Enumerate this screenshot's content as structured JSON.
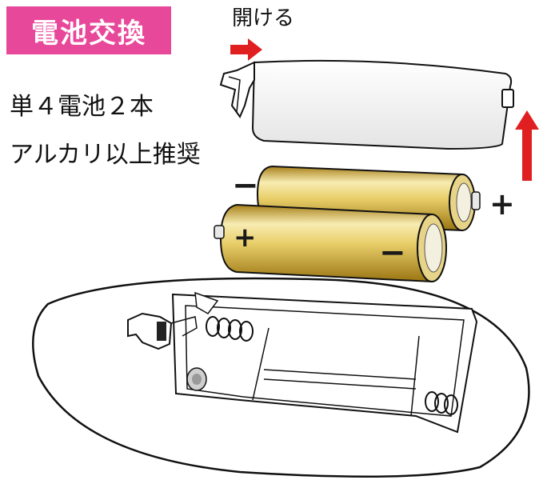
{
  "title": "電池交換",
  "battery_spec": "単４電池２本",
  "battery_type": "アルカリ以上推奨",
  "open_label": "開ける",
  "signs": {
    "plus": "+",
    "minus": "−"
  },
  "colors": {
    "title_bg": "#e8489a",
    "arrow": "#e02020",
    "battery_gold_light": "#f6e9a8",
    "battery_gold_dark": "#b89020"
  }
}
